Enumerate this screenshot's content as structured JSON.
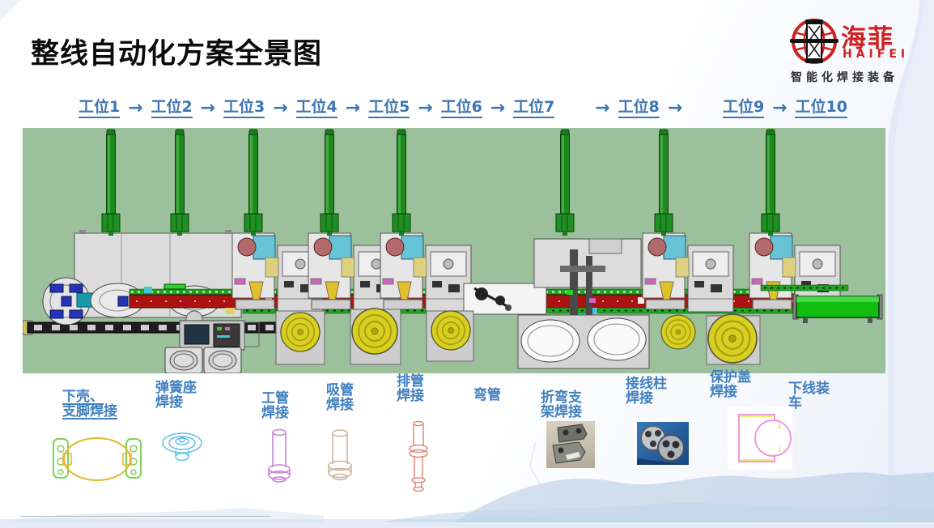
{
  "header": {
    "title": "整线自动化方案全景图"
  },
  "logo": {
    "name_cn": "海菲",
    "name_en": "HAIFEI",
    "tagline": "智能化焊接装备"
  },
  "flow": {
    "arrow": "→",
    "stations": [
      "工位1",
      "工位2",
      "工位3",
      "工位4",
      "工位5",
      "工位6",
      "工位7",
      "工位8",
      "工位9",
      "工位10"
    ]
  },
  "processes": [
    {
      "lines": [
        "下壳、",
        "支脚焊接"
      ]
    },
    {
      "lines": [
        "弹簧座",
        "焊接"
      ]
    },
    {
      "lines": [
        "工管",
        "焊接"
      ]
    },
    {
      "lines": [
        "吸管",
        "焊接"
      ]
    },
    {
      "lines": [
        "排管",
        "焊接"
      ]
    },
    {
      "lines": [
        "弯管"
      ]
    },
    {
      "lines": [
        "折弯支",
        "架焊接"
      ]
    },
    {
      "lines": [
        "接线柱",
        "焊接"
      ]
    },
    {
      "lines": [
        "保护盖",
        "焊接"
      ]
    },
    {
      "lines": [
        "下线装",
        "车"
      ]
    }
  ],
  "colors": {
    "brand_red": "#cf1f1f",
    "station_blue": "#3c76b4",
    "process_blue": "#4080c0",
    "line_bg_green": "#9cc09c",
    "pole_green": "#1e8a1e",
    "conveyor_red": "#ab1212",
    "belt_green": "#12bd12",
    "disc_yellow": "#d8d020"
  }
}
